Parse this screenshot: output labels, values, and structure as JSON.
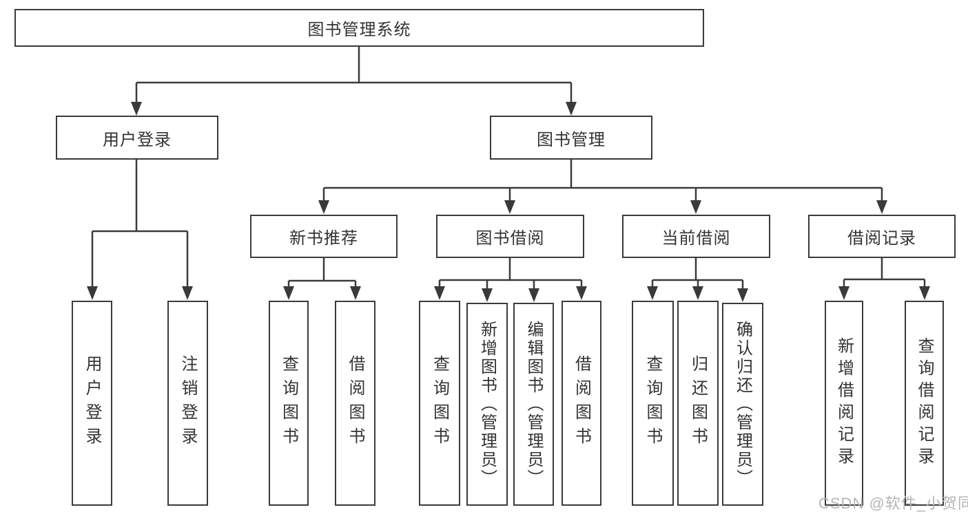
{
  "colors": {
    "line": "#3a3a3a",
    "text": "#333333",
    "watermark": "#b5b5b5",
    "background": "#ffffff"
  },
  "watermark": {
    "text": "CSDN @软件_小贺同学"
  },
  "tree": {
    "root": "图书管理系统",
    "children": [
      {
        "label": "用户登录",
        "children": [
          {
            "label": "用户登录"
          },
          {
            "label": "注销登录"
          }
        ]
      },
      {
        "label": "图书管理",
        "children": [
          {
            "label": "新书推荐",
            "children": [
              {
                "label": "查询图书"
              },
              {
                "label": "借阅图书"
              }
            ]
          },
          {
            "label": "图书借阅",
            "children": [
              {
                "label": "查询图书"
              },
              {
                "label": "新增图书（管理员）"
              },
              {
                "label": "编辑图书（管理员）"
              },
              {
                "label": "借阅图书"
              }
            ]
          },
          {
            "label": "当前借阅",
            "children": [
              {
                "label": "查询图书"
              },
              {
                "label": "归还图书"
              },
              {
                "label": "确认归还（管理员）"
              }
            ]
          },
          {
            "label": "借阅记录",
            "children": [
              {
                "label": "新增借阅记录"
              },
              {
                "label": "查询借阅记录"
              }
            ]
          }
        ]
      }
    ]
  }
}
